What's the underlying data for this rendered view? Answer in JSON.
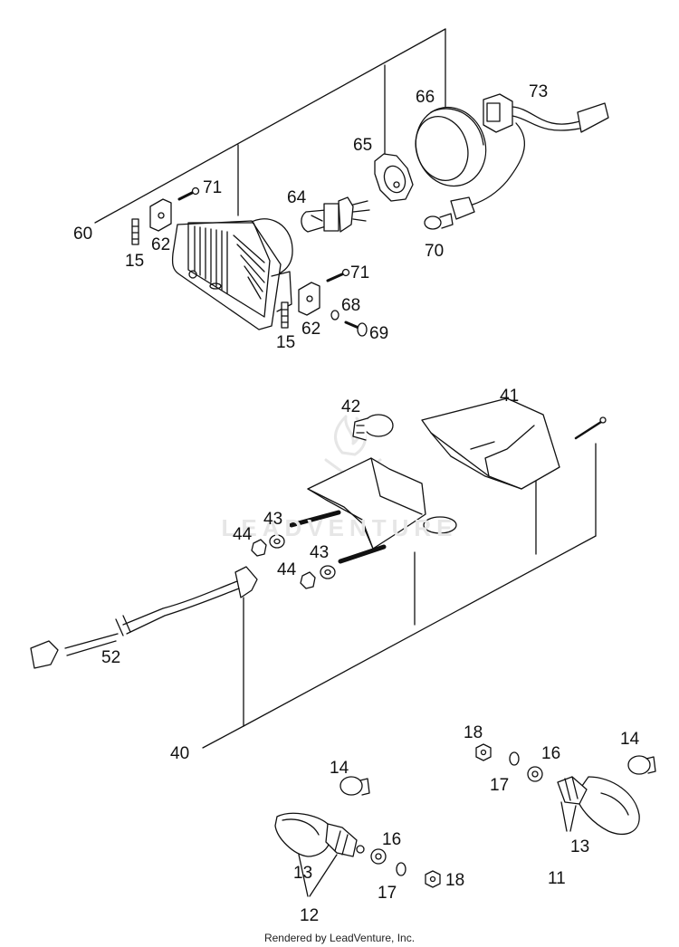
{
  "watermark": "LEADVENTURE",
  "credit": "Rendered by LeadVenture, Inc.",
  "labels": {
    "l60": "60",
    "l71a": "71",
    "l62a": "62",
    "l15a": "15",
    "l64": "64",
    "l65": "65",
    "l66": "66",
    "l73": "73",
    "l70": "70",
    "l71b": "71",
    "l68": "68",
    "l69": "69",
    "l62b": "62",
    "l15b": "15",
    "l42": "42",
    "l41": "41",
    "l43a": "43",
    "l44a": "44",
    "l43b": "43",
    "l44b": "44",
    "l52": "52",
    "l40": "40",
    "l18a": "18",
    "l14a": "14",
    "l16a": "16",
    "l17a": "17",
    "l14b": "14",
    "l13a": "13",
    "l11": "11",
    "l16b": "16",
    "l13b": "13",
    "l17b": "17",
    "l18b": "18",
    "l12": "12"
  }
}
